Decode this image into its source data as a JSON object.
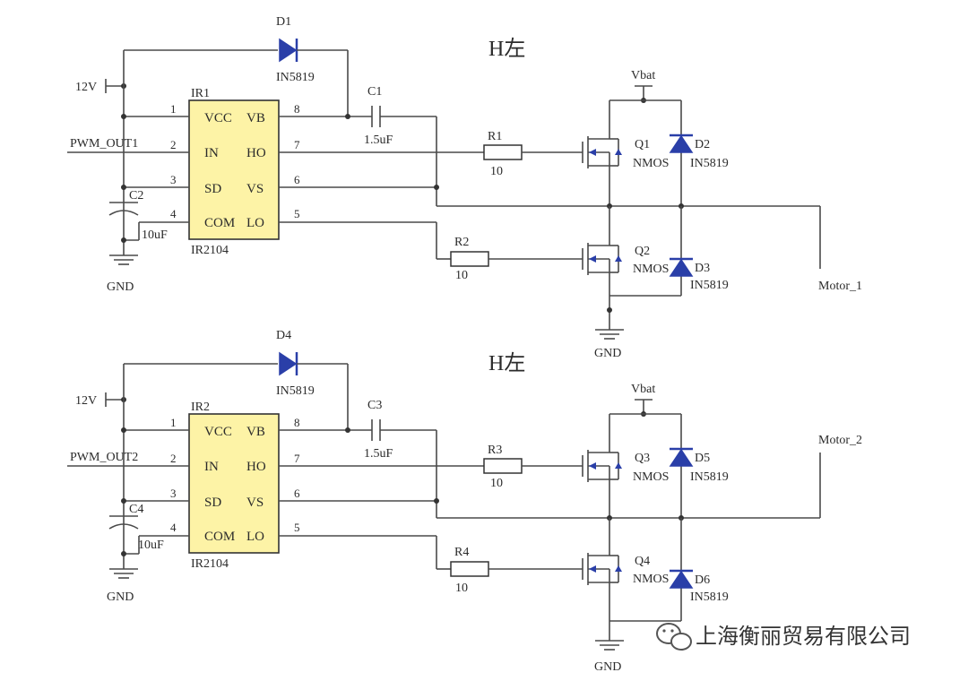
{
  "title_top": "H左",
  "title_bottom": "H左",
  "circuit_top": {
    "supply": "12V",
    "pwm": "PWM_OUT1",
    "ic_ref": "IR1",
    "ic_part": "IR2104",
    "pins_left": [
      "VCC",
      "IN",
      "SD",
      "COM"
    ],
    "pins_right": [
      "VB",
      "HO",
      "VS",
      "LO"
    ],
    "pin_nums_left": [
      "1",
      "2",
      "3",
      "4"
    ],
    "pin_nums_right": [
      "8",
      "7",
      "6",
      "5"
    ],
    "boot_diode": "D1",
    "boot_diode_part": "IN5819",
    "boot_cap": "C1",
    "boot_cap_val": "1.5uF",
    "decap": "C2",
    "decap_val": "10uF",
    "r_high": "R1",
    "r_high_val": "10",
    "r_low": "R2",
    "r_low_val": "10",
    "q_high": "Q1",
    "q_low": "Q2",
    "q_high_type": "NMOS",
    "q_low_type": "NMOS",
    "d_high": "D2",
    "d_low": "D3",
    "d_high_part": "IN5819",
    "d_low_part": "IN5819",
    "vbat": "Vbat",
    "gnd_left": "GND",
    "gnd_right": "GND",
    "motor": "Motor_1"
  },
  "circuit_bottom": {
    "supply": "12V",
    "pwm": "PWM_OUT2",
    "ic_ref": "IR2",
    "ic_part": "IR2104",
    "pins_left": [
      "VCC",
      "IN",
      "SD",
      "COM"
    ],
    "pins_right": [
      "VB",
      "HO",
      "VS",
      "LO"
    ],
    "pin_nums_left": [
      "1",
      "2",
      "3",
      "4"
    ],
    "pin_nums_right": [
      "8",
      "7",
      "6",
      "5"
    ],
    "boot_diode": "D4",
    "boot_diode_part": "IN5819",
    "boot_cap": "C3",
    "boot_cap_val": "1.5uF",
    "decap": "C4",
    "decap_val": "10uF",
    "r_high": "R3",
    "r_high_val": "10",
    "r_low": "R4",
    "r_low_val": "10",
    "q_high": "Q3",
    "q_low": "Q4",
    "q_high_type": "NMOS",
    "q_low_type": "NMOS",
    "d_high": "D5",
    "d_low": "D6",
    "d_high_part": "IN5819",
    "d_low_part": "IN5819",
    "vbat": "Vbat",
    "gnd_left": "GND",
    "gnd_right": "GND",
    "motor": "Motor_2"
  },
  "watermark": {
    "icon": "wechat-icon",
    "text": "上海衡丽贸易有限公司"
  }
}
